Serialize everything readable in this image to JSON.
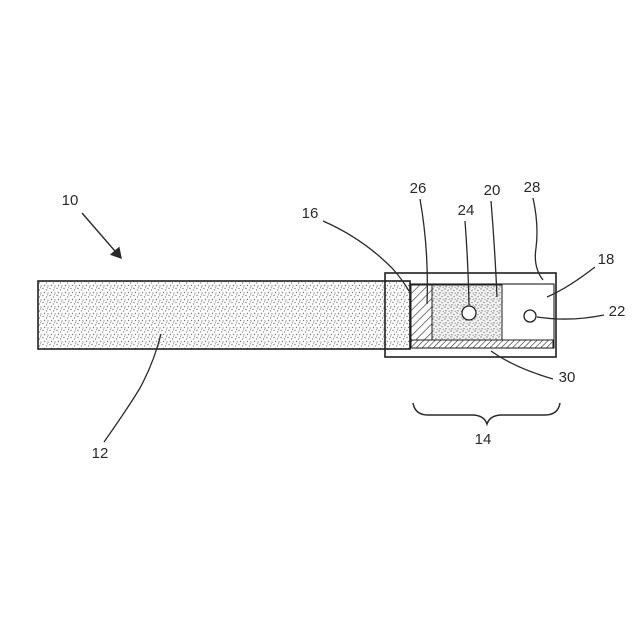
{
  "figure": {
    "description": "patent-style line drawing of elongated rod with mouthpiece segment",
    "background_color": "#ffffff",
    "line_color": "#1f1f1f",
    "labels": {
      "n10": "10",
      "n12": "12",
      "n14": "14",
      "n16": "16",
      "n18": "18",
      "n20": "20",
      "n22": "22",
      "n24": "24",
      "n26": "26",
      "n28": "28",
      "n30": "30"
    }
  }
}
